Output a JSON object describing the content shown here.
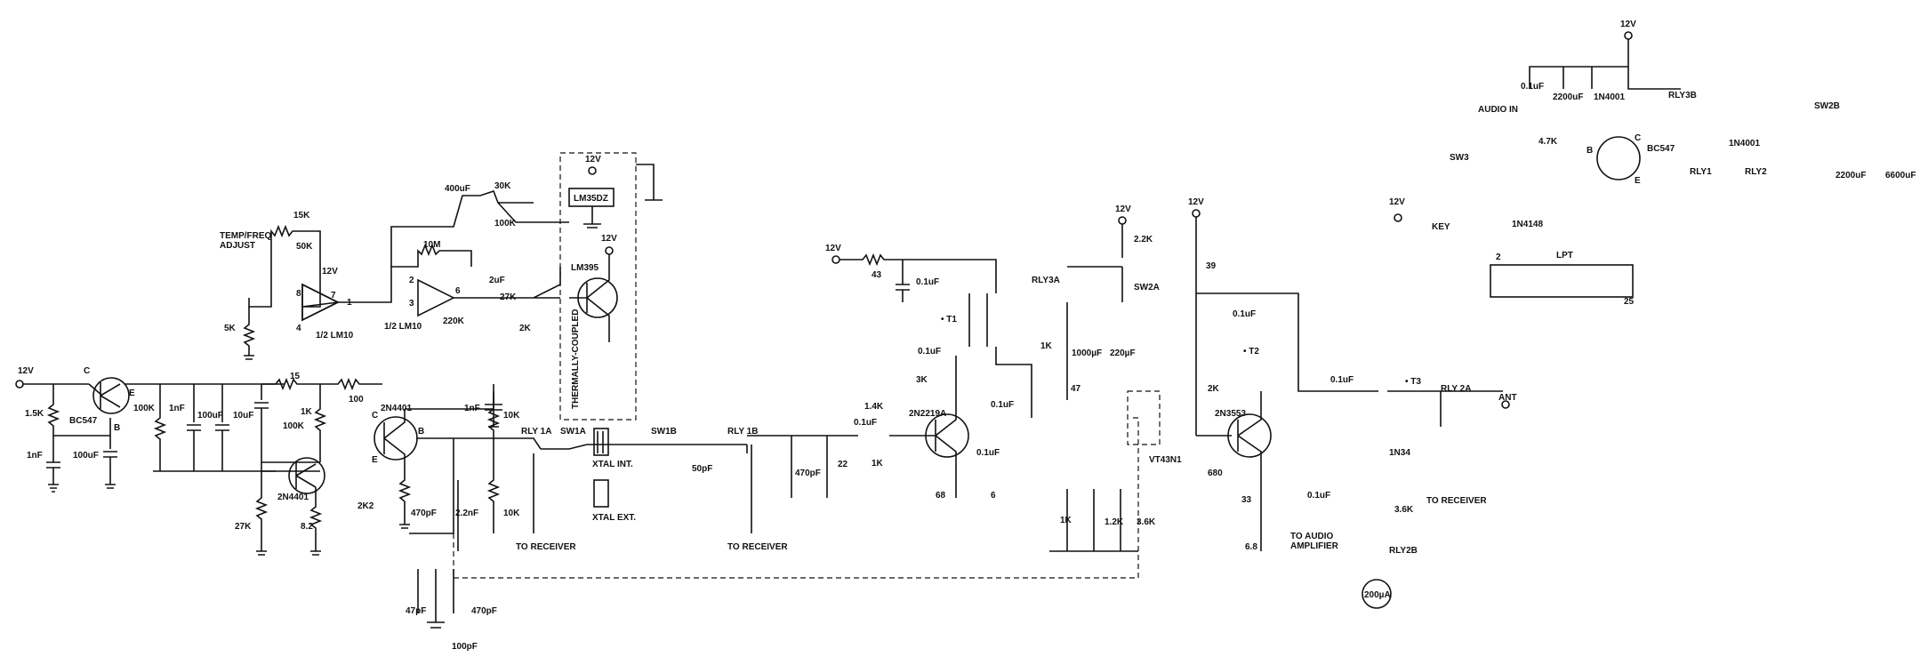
{
  "labels": {
    "l_12v_a": "12V",
    "l_1_5k": "1.5K",
    "l_1nf_a": "1nF",
    "l_bc547_a": "BC547",
    "l_c_a": "C",
    "l_e_a": "E",
    "l_b_a": "B",
    "l_100uf_a": "100uF",
    "l_100k_a": "100K",
    "l_1nf_b": "1nF",
    "l_100uf_b": "100uF",
    "l_10uf": "10uF",
    "l_15": "15",
    "l_100": "100",
    "l_100k_b": "100K",
    "l_1k_a": "1K",
    "l_2n4401_a": "2N4401",
    "l_27k_a": "27K",
    "l_8_2": "8.2",
    "l_temp": "TEMP/FREQ",
    "l_adjust": "ADJUST",
    "l_15k": "15K",
    "l_50k": "50K",
    "l_5k": "5K",
    "l_8": "8",
    "l_4": "4",
    "l_7": "7",
    "l_1": "1",
    "l_12v_b": "12V",
    "l_lm10_a": "1/2  LM10",
    "l_10m": "10M",
    "l_2": "2",
    "l_3": "3",
    "l_6": "6",
    "l_lm10_b": "1/2  LM10",
    "l_2uf": "2uF",
    "l_400uf": "400uF",
    "l_30k": "30K",
    "l_100k_c": "100K",
    "l_lm35": "LM35DZ",
    "l_12v_c": "12V",
    "l_27k_b": "27K",
    "l_220k": "220K",
    "l_2k_a": "2K",
    "l_lm395": "LM395",
    "l_12v_d": "12V",
    "l_thermal": "THERMALLY-COUPLED",
    "l_2n4401_b": "2N4401",
    "l_2k2": "2K2",
    "l_470pf_a": "470pF",
    "l_2_2nf": "2.2nF",
    "l_1nf_c": "1nF",
    "l_10k_a": "10K",
    "l_10k_b": "10K",
    "l_47pf": "47pF",
    "l_100pf": "100pF",
    "l_470pf_b": "470pF",
    "l_rly1a": "RLY 1A",
    "l_to_rx_a": "TO RECEIVER",
    "l_sw1a": "SW1A",
    "l_sw1b": "SW1B",
    "l_xint": "XTAL INT.",
    "l_xext": "XTAL EXT.",
    "l_50pf": "50pF",
    "l_rly1b": "RLY 1B",
    "l_to_rx_b": "TO RECEIVER",
    "l_470pf_c": "470pF",
    "l_22": "22",
    "l_12v_e": "12V",
    "l_43": "43",
    "l_0_1uf_a": "0.1uF",
    "l_t1": "• T1",
    "l_0_1uf_b": "0.1uF",
    "l_3k": "3K",
    "l_1_4k": "1.4K",
    "l_2n2219": "2N2219A",
    "l_0_1uf_c": "0.1uF",
    "l_1k_b": "1K",
    "l_0_1uf_d": "0.1uF",
    "l_68": "68",
    "l_0_1uf_e": "0.1uF",
    "l_12v_f": "12V",
    "l_2_2k": "2.2K",
    "l_rly3a": "RLY3A",
    "l_sw2a": "SW2A",
    "l_1k_c": "1K",
    "l_1000uf": "1000µF",
    "l_220uf": "220µF",
    "l_47": "47",
    "l_vt43": "VT43N1",
    "l_1k_d": "1K",
    "l_1_2k": "1.2K",
    "l_3_6k": "3.6K",
    "l_12v_g": "12V",
    "l_39": "39",
    "l_0_1uf_f": "0.1uF",
    "l_t2": "• T2",
    "l_2k_b": "2K",
    "l_2n3553": "2N3553",
    "l_680": "680",
    "l_33": "33",
    "l_6_8": "6.8",
    "l_0_1uf_g": "0.1uF",
    "l_0_1uf_h": "0.1uF",
    "l_t3": "• T3",
    "l_rly2a": "RLY 2A",
    "l_ant": "ANT",
    "l_1n34": "1N34",
    "l_3_6k_b": "3.6K",
    "l_to_rx_c": "TO RECEIVER",
    "l_to_audio": "TO AUDIO",
    "l_amplifier": "AMPLIFIER",
    "l_rly2b": "RLY2B",
    "l_200ua": "200µA",
    "l_12v_h": "12V",
    "l_0_1uf_i": "0.1uF",
    "l_2200uf_a": "2200uF",
    "l_1n4001_a": "1N4001",
    "l_rly3b": "RLY3B",
    "l_audio_in": "AUDIO IN",
    "l_sw3": "SW3",
    "l_4_7k": "4.7K",
    "l_b_b": "B",
    "l_c_b": "C",
    "l_e_b": "E",
    "l_bc547_b": "BC547",
    "l_sw2b": "SW2B",
    "l_1n4001_b": "1N4001",
    "l_rly1": "RLY1",
    "l_rly2": "RLY2",
    "l_2200uf_b": "2200uF",
    "l_6600uf": "6600uF",
    "l_12v_i": "12V",
    "l_key": "KEY",
    "l_1n4148": "1N4148",
    "l_lpt": "LPT",
    "l_2_pin": "2",
    "l_25": "25"
  }
}
